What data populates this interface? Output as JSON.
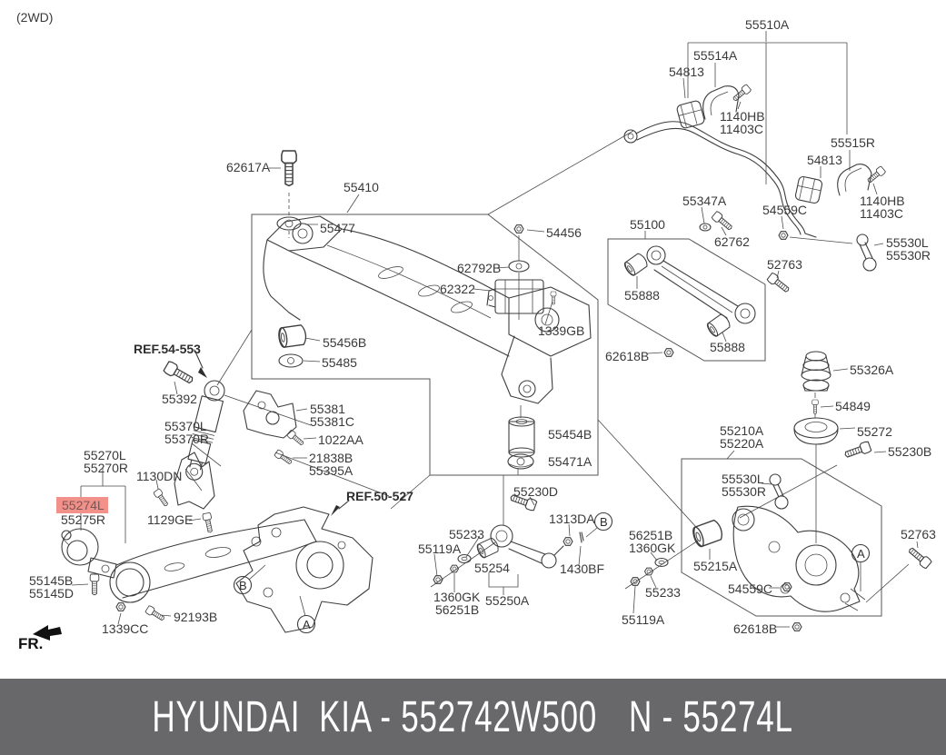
{
  "meta": {
    "drivetrain_note": "(2WD)",
    "direction_label": "FR."
  },
  "banner": {
    "left": "HYUNDAI  KIA - 552742W500",
    "right": "N - 55274L",
    "bg": "#68686a",
    "fg": "#ffffff"
  },
  "highlight": {
    "part": "55274L",
    "bg": "#f2918a"
  },
  "refs": {
    "ref_54_553": "REF.54-553",
    "ref_50_527": "REF.50-527"
  },
  "markers": {
    "a": "A",
    "b": "B"
  },
  "labels": {
    "p55510A": "55510A",
    "p55514A": "55514A",
    "p54813": "54813",
    "p1140HB": "1140HB",
    "p11403C": "11403C",
    "p55515R": "55515R",
    "p62617A": "62617A",
    "p55410": "55410",
    "p55477": "55477",
    "p54456": "54456",
    "p62792B": "62792B",
    "p62322": "62322",
    "p1339GB": "1339GB",
    "p55456B": "55456B",
    "p55485": "55485",
    "p55347A": "55347A",
    "p55100": "55100",
    "p62762": "62762",
    "p54559C": "54559C",
    "p52763": "52763",
    "p55530L": "55530L",
    "p55530R": "55530R",
    "p55888": "55888",
    "p62618B": "62618B",
    "p55326A": "55326A",
    "p54849": "54849",
    "p55272": "55272",
    "p55230B": "55230B",
    "p55210A": "55210A",
    "p55220A": "55220A",
    "p55215A": "55215A",
    "p55233": "55233",
    "p55119A": "55119A",
    "p55254": "55254",
    "p55250A": "55250A",
    "p1360GK": "1360GK",
    "p56251B": "56251B",
    "p55230D": "55230D",
    "p1313DA": "1313DA",
    "p1430BF": "1430BF",
    "p55454B": "55454B",
    "p55471A": "55471A",
    "p55392": "55392",
    "p55370L": "55370L",
    "p55370R": "55370R",
    "p55381": "55381",
    "p55381C": "55381C",
    "p1022AA": "1022AA",
    "p21838B": "21838B",
    "p55395A": "55395A",
    "p55270L": "55270L",
    "p55270R": "55270R",
    "p1130DN": "1130DN",
    "p55274L": "55274L",
    "p55275R": "55275R",
    "p1129GE": "1129GE",
    "p55145B": "55145B",
    "p55145D": "55145D",
    "p1339CC": "1339CC",
    "p92193B": "92193B"
  }
}
